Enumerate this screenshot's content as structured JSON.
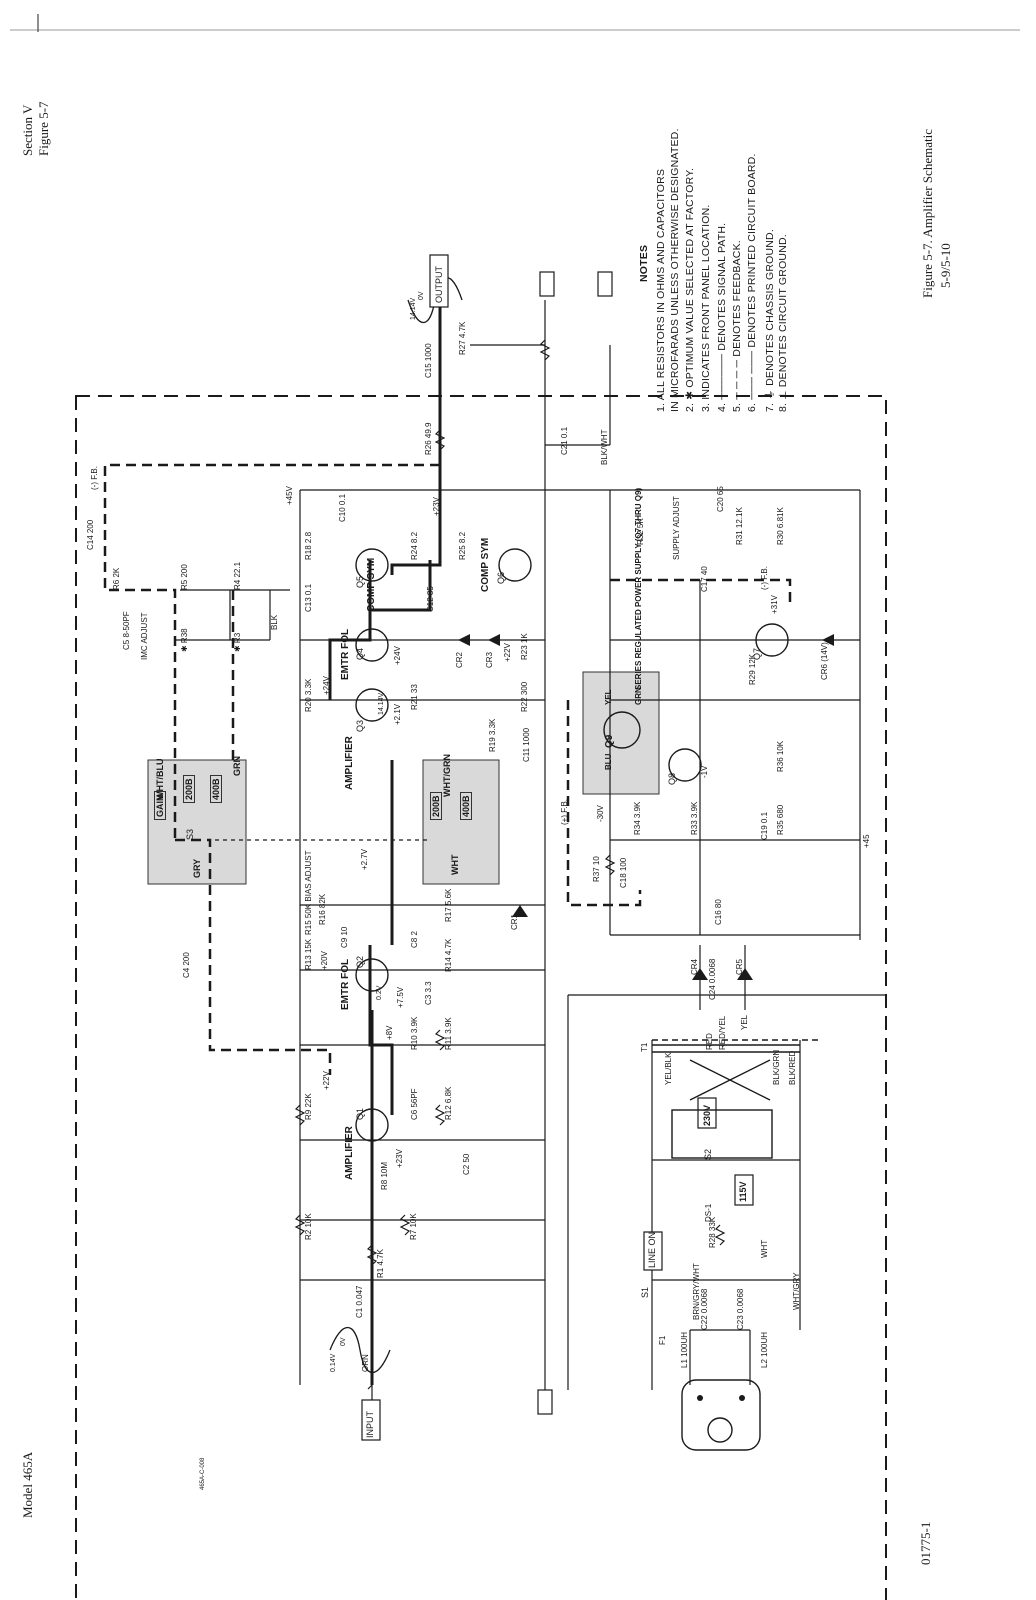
{
  "header": {
    "section": "Section V",
    "figure_ref": "Figure 5-7"
  },
  "footer": {
    "model": "Model 465A",
    "doc_number": "01775-1",
    "drawing_number": "465A-C-008"
  },
  "caption": {
    "title": "Figure 5-7.  Amplifier Schematic",
    "pages": "5-9/5-10"
  },
  "notes": {
    "heading": "NOTES",
    "items": [
      "1.  ALL RESISTORS IN OHMS AND CAPACITORS",
      "     IN MICROFARADS UNLESS OTHERWISE DESIGNATED.",
      "2.  ✱ OPTIMUM VALUE SELECTED AT FACTORY.",
      "3.       INDICATES FRONT PANEL LOCATION.",
      "4.  ────── DENOTES SIGNAL PATH.",
      "5.  ─ ─ ─ ─ DENOTES FEEDBACK.",
      "6.  ─── ─── DENOTES PRINTED CIRCUIT BOARD.",
      "7.  ⏚ DENOTES CHASSIS GROUND.",
      "8.  ⊥ DENOTES CIRCUIT GROUND."
    ]
  },
  "terminals": {
    "input": "INPUT",
    "output": "OUTPUT",
    "line_on": "LINE ON"
  },
  "switches": {
    "s3": {
      "label": "S3",
      "gain": "GAIN",
      "pos1": "200B",
      "pos2": "400B",
      "wire1": "WHT/BLU",
      "wire2": "GRY",
      "wire3": "GRN"
    },
    "s3b": {
      "pos1": "200B",
      "pos2": "400B",
      "wire1": "WHT/GRN",
      "wire2": "WHT"
    },
    "s2": {
      "label": "S2",
      "v1": "230V",
      "v2": "115V"
    },
    "s1": {
      "label": "S1"
    }
  },
  "transistors": [
    {
      "ref": "Q1",
      "name": "AMPLIFIER"
    },
    {
      "ref": "Q2",
      "name": "EMTR FOL"
    },
    {
      "ref": "Q3",
      "name": "AMPLIFIER"
    },
    {
      "ref": "Q4",
      "name": "EMTR FOL"
    },
    {
      "ref": "Q5",
      "name": "COMP SYM"
    },
    {
      "ref": "Q6",
      "name": "COMP SYM"
    },
    {
      "ref": "Q7",
      "name": ""
    },
    {
      "ref": "Q8",
      "name": ""
    },
    {
      "ref": "Q9",
      "name": ""
    }
  ],
  "components": {
    "R1": "R1 4.7K",
    "R2": "R2 10K",
    "R7": "R7 10K",
    "R8": "R8 10M",
    "R9": "R9 22K",
    "R12": "R12 6.8K",
    "R10": "R10 3.9K",
    "R11": "R11 3.9K",
    "R13": "R13 15K",
    "R14": "R14 4.7K",
    "R15": "R15 50K BIAS ADJUST",
    "R16": "R16 82K",
    "R17": "R17 5.6K",
    "R19": "R19 3.3K",
    "R20": "R20 3.3K",
    "R21": "R21 33",
    "R22": "R22 300",
    "R23": "R23 1K",
    "R24": "R24 8.2",
    "R25": "R25 8.2",
    "R26": "R26 49.9",
    "R27": "R27 4.7K",
    "R18": "R18 2.8",
    "R6": "R6 2K",
    "R5": "R5 200",
    "R4": "R4 22.1",
    "R38": "✱ R38",
    "R3": "✱ R3",
    "R29": "R29 12K",
    "R30": "R30 6.81K",
    "R31": "R31 12.1K",
    "R32": "R32 5K",
    "R33": "R33 3.9K",
    "R34": "R34 3.9K",
    "R35": "R35 680",
    "R36": "R36 10K",
    "R37": "R37 10",
    "R28": "R28 33K",
    "C1": "C1 0.047",
    "C2": "C2 50",
    "C3": "C3 3.3",
    "C4": "C4 200",
    "C5": "C5 8-50PF",
    "C6": "C6 56PF",
    "C8": "C8 2",
    "C9": "C9 10",
    "C10": "C10 0.1",
    "C11": "C11 1000",
    "C12": "C12 35",
    "C13": "C13 0.1",
    "C14": "C14 200",
    "C15": "C15 1000",
    "C16": "C16 80",
    "C17": "C17 40",
    "C18": "C18 100",
    "C19": "C19 0.1",
    "C20": "C20 65",
    "C21": "C21 0.1",
    "C22": "C22 0.0068",
    "C23": "C23 0.0068",
    "C24": "C24 0.0068",
    "CR1": "CR1",
    "CR2": "CR2",
    "CR3": "CR3",
    "CR4": "CR4",
    "CR5": "CR5",
    "CR6": "CR6 (14V)",
    "L1": "L1 100UH",
    "L2": "L2 100UH",
    "F1": "F1",
    "T1": "T1",
    "DS1": "DS-1",
    "IMC": "IMC ADJUST",
    "SUPPLY": "SUPPLY ADJUST",
    "REG": "SERIES REGULATED POWER SUPPLY (Q7 THRU Q9)"
  },
  "voltages": {
    "v45": "+45V",
    "v23a": "+23V",
    "v23b": "+23V",
    "v22a": "+22V",
    "v22b": "+22V",
    "v20": "+20V",
    "v24a": "+24V",
    "v24b": "+24V",
    "v21": "+2.1V",
    "v27": "+2.7V",
    "v8": "+8V",
    "v75": "+7.5V",
    "v31": "+31V",
    "vm30": "-30V",
    "vm1": "-1V",
    "v45b": "+45",
    "v02": "0.2V",
    "v14": "14.14V",
    "in_wave": "0.14V",
    "in_zero": "0V",
    "out_wave": "14.14V",
    "out_zero": "0V"
  },
  "wires": {
    "blk": "BLK",
    "blkwht": "BLK/WHT",
    "red": "RED",
    "redyel": "RED/YEL",
    "yel": "YEL",
    "brn": "BRN/GRY/WHT",
    "whtgry": "WHT/GRY",
    "yelblk": "YEL/BLK",
    "blkgrn": "BLK/GRN",
    "blkred": "BLK/RED",
    "wht": "WHT",
    "orn": "ORN",
    "blu": "BLU",
    "grn": "GRN",
    "yel2": "YEL",
    "fb_minus": "(-) F.B.",
    "fb_plus": "(+) F.B.",
    "fb_minus2": "(-) F.B."
  }
}
